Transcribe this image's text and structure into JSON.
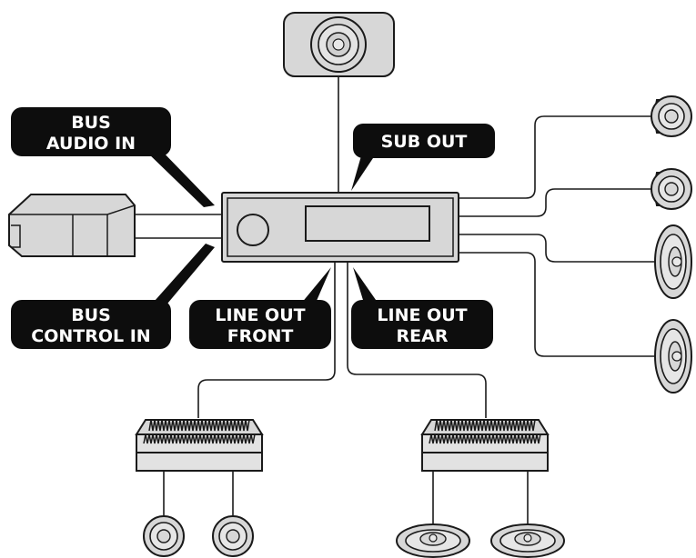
{
  "labels": {
    "bus_audio_in": [
      "BUS",
      "AUDIO IN"
    ],
    "bus_control_in": [
      "BUS",
      "CONTROL IN"
    ],
    "sub_out": "SUB OUT",
    "line_out_front": [
      "LINE OUT",
      "FRONT"
    ],
    "line_out_rear": [
      "LINE OUT",
      "REAR"
    ]
  },
  "icons": {
    "head_unit": "head-unit-icon",
    "subwoofer": "subwoofer-icon",
    "cd_changer": "cd-changer-icon",
    "amplifier": "amplifier-icon",
    "tweeter": "tweeter-speaker-icon",
    "oval_speaker": "oval-speaker-icon",
    "round_speaker": "round-speaker-icon"
  },
  "colors": {
    "label_bg": "#0d0d0d",
    "label_text": "#ffffff",
    "device_fill": "#d7d7d7",
    "line": "#1a1a1a"
  }
}
